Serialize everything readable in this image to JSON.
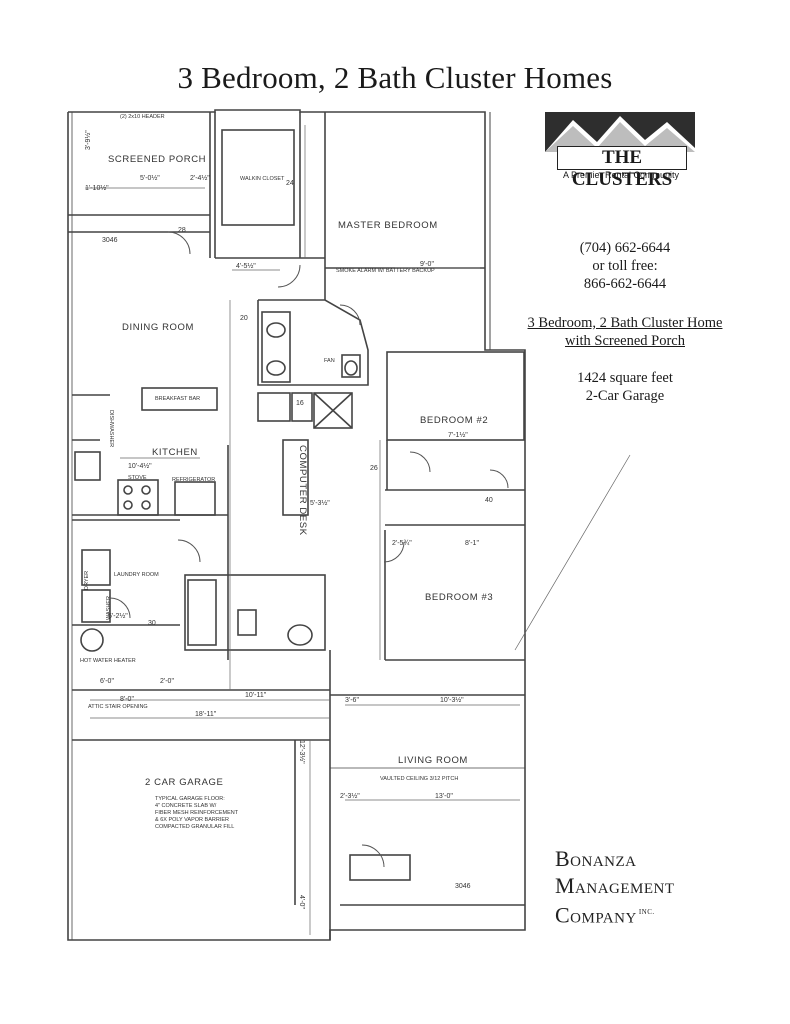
{
  "title": "3 Bedroom, 2 Bath Cluster Homes",
  "logo": {
    "name": "THE CLUSTERS",
    "tagline": "A Premier Rental Community"
  },
  "contact": {
    "phone": "(704) 662-6644",
    "toll_free_label": "or toll free:",
    "toll_free": "866-662-6644",
    "desc_line1": "3 Bedroom, 2 Bath Cluster Home",
    "desc_line2": "with Screened Porch",
    "sqft": "1424 square feet",
    "garage": "2-Car Garage"
  },
  "company": {
    "line1": "Bonanza",
    "line2": "Management",
    "line3": "Company",
    "suffix": "INC."
  },
  "rooms": {
    "screened_porch": "SCREENED PORCH",
    "walkin_closet": "WALKIN CLOSET",
    "master_bedroom": "MASTER BEDROOM",
    "dining_room": "DINING ROOM",
    "breakfast_bar": "BREAKFAST BAR",
    "kitchen": "KITCHEN",
    "stove": "STOVE",
    "refrigerator": "REFRIGERATOR",
    "computer_desk": "COMPUTER DESK",
    "bedroom2": "BEDROOM #2",
    "bedroom3": "BEDROOM #3",
    "laundry_room": "LAUNDRY ROOM",
    "washer": "WASHER",
    "dryer": "DRYER",
    "hot_water_heater": "HOT WATER HEATER",
    "garage": "2 CAR GARAGE",
    "garage_note": [
      "TYPICAL GARAGE FLOOR:",
      "4\" CONCRETE SLAB W/",
      "FIBER MESH REINFORCEMENT",
      "& 6X POLY VAPOR BARRIER",
      "COMPACTED GRANULAR FILL"
    ],
    "living_room": "LIVING ROOM",
    "vaulted": "VAULTED CEILING 3/12 PITCH",
    "header": "(2) 2x10 HEADER",
    "attic": "ATTIC STAIR OPENING",
    "fan": "FAN",
    "dishwasher": "DISHWASHER",
    "smoke": "SMOKE ALARM W/ BATTERY BACKUP"
  },
  "dims": {
    "d1": "5'-0½\"",
    "d2": "2'-4½\"",
    "d3": "1'-10½\"",
    "d4": "3'-9½\"",
    "d5": "4'-5½\"",
    "d6": "9'-0\"",
    "d7": "10'-4½\"",
    "d8": "5'-2½\"",
    "d9": "10'-11\"",
    "d10": "3'-6\"",
    "d11": "10'-3½\"",
    "d12": "18'-11\"",
    "d13": "13'-0\"",
    "d14": "2'-3½\"",
    "d15": "6'-0\"",
    "d16": "2'-0\"",
    "d17": "8'-0\"",
    "d18": "5'-3½\"",
    "d19": "2'-5¾\"",
    "d20": "8'-1\"",
    "d21": "7'-1½\"",
    "d22": "12'-3½\"",
    "d23": "4'-0\""
  },
  "doors": {
    "d3046a": "3046",
    "d3046b": "3046",
    "n20": "20",
    "n24": "24",
    "n26": "26",
    "n28": "28",
    "n30": "30",
    "n40": "40",
    "n16": "16"
  }
}
